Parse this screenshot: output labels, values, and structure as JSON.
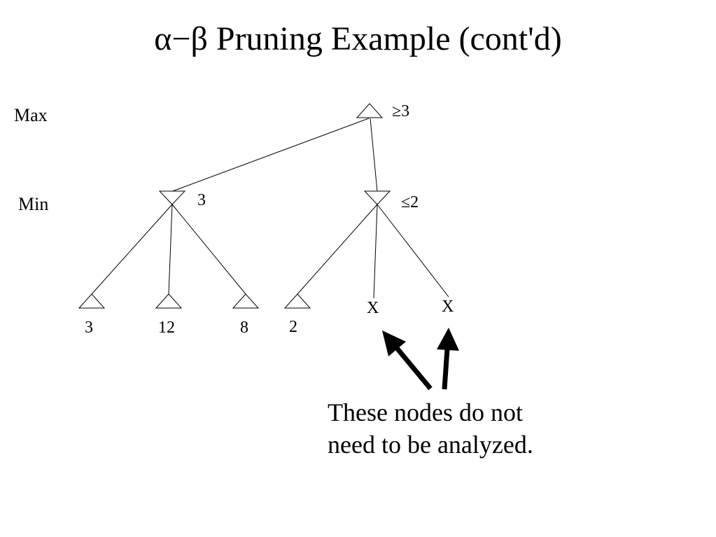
{
  "slide": {
    "title": "α−β Pruning Example (cont'd)",
    "caption": {
      "line1": "These nodes do not",
      "line2": "need to be analyzed."
    }
  },
  "levels": {
    "max": "Max",
    "min": "Min"
  },
  "nodes": {
    "root": {
      "kind": "max",
      "value": "≥3"
    },
    "min_left": {
      "kind": "min",
      "value": "3"
    },
    "min_right": {
      "kind": "min",
      "value": "≤2"
    },
    "leaves": [
      {
        "kind": "max",
        "value": "3"
      },
      {
        "kind": "max",
        "value": "12"
      },
      {
        "kind": "max",
        "value": "8"
      },
      {
        "kind": "max",
        "value": "2"
      }
    ],
    "pruned": [
      {
        "value": "X"
      },
      {
        "value": "X"
      }
    ]
  },
  "colors": {
    "line": "#000000",
    "background": "#ffffff"
  }
}
